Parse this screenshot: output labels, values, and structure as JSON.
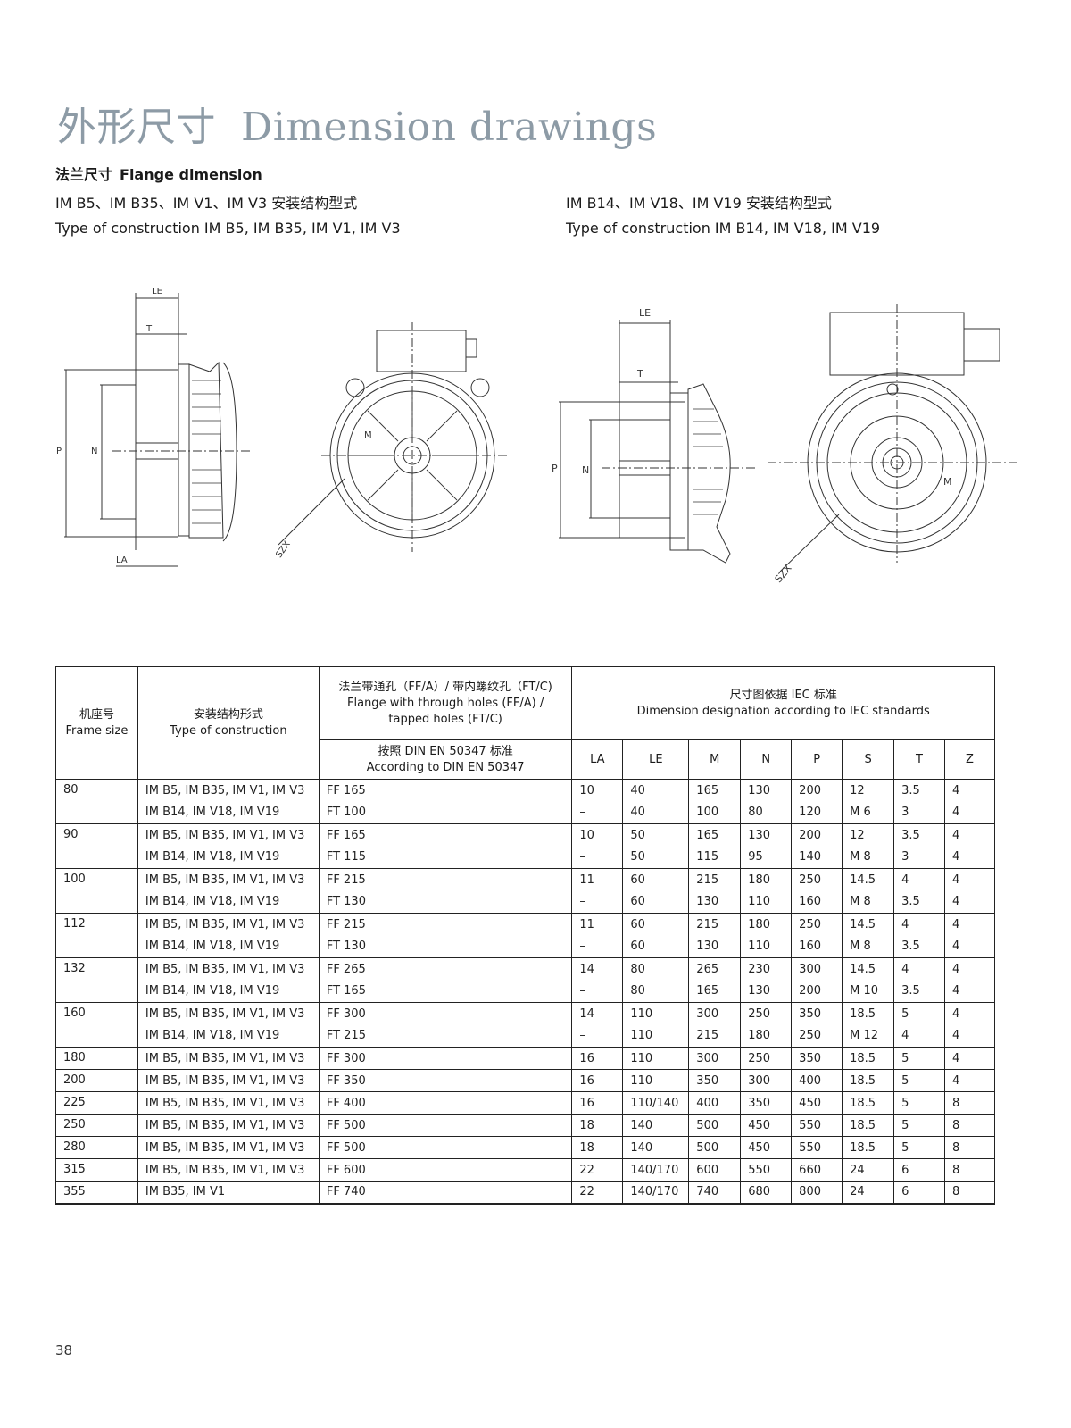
{
  "title": {
    "cn": "外形尺寸",
    "en": "Dimension drawings"
  },
  "subtitle": {
    "cn": "法兰尺寸",
    "en": "Flange dimension"
  },
  "construction_left": {
    "cn": "IM B5、IM B35、IM V1、IM V3 安装结构型式",
    "en": "Type of construction IM B5, IM B35, IM V1, IM V3"
  },
  "construction_right": {
    "cn": "IM B14、IM V18、IM V19 安装结构型式",
    "en": "Type of construction IM B14, IM V18, IM V19"
  },
  "drawing_labels": {
    "le": "LE",
    "t": "T",
    "p": "P",
    "n": "N",
    "la": "LA",
    "m": "M",
    "szx": "SZX"
  },
  "table": {
    "headers": {
      "frame_cn": "机座号",
      "frame_en": "Frame size",
      "type_cn": "安装结构形式",
      "type_en": "Type of construction",
      "flange_cn": "法兰带通孔（FF/A）/ 带内螺纹孔（FT/C)",
      "flange_en": "Flange with through holes (FF/A) / tapped holes (FT/C)",
      "din_cn": "按照 DIN EN 50347 标准",
      "din_en": "According to DIN EN 50347",
      "iec_cn": "尺寸图依据 IEC 标准",
      "iec_en": "Dimension designation according to IEC standards",
      "cols": [
        "LA",
        "LE",
        "M",
        "N",
        "P",
        "S",
        "T",
        "Z"
      ]
    },
    "groups": [
      {
        "frame": "80",
        "rows": [
          {
            "type": "IM B5, IM B35, IM V1, IM V3",
            "flange": "FF 165",
            "v": [
              "10",
              "40",
              "165",
              "130",
              "200",
              "12",
              "3.5",
              "4"
            ]
          },
          {
            "type": "IM B14, IM V18, IM V19",
            "flange": "FT 100",
            "v": [
              "–",
              "40",
              "100",
              "80",
              "120",
              "M 6",
              "3",
              "4"
            ]
          }
        ]
      },
      {
        "frame": "90",
        "rows": [
          {
            "type": "IM B5, IM B35, IM V1, IM V3",
            "flange": "FF 165",
            "v": [
              "10",
              "50",
              "165",
              "130",
              "200",
              "12",
              "3.5",
              "4"
            ]
          },
          {
            "type": "IM B14, IM V18, IM V19",
            "flange": "FT 115",
            "v": [
              "–",
              "50",
              "115",
              "95",
              "140",
              "M 8",
              "3",
              "4"
            ]
          }
        ]
      },
      {
        "frame": "100",
        "rows": [
          {
            "type": "IM B5, IM B35, IM V1, IM V3",
            "flange": "FF 215",
            "v": [
              "11",
              "60",
              "215",
              "180",
              "250",
              "14.5",
              "4",
              "4"
            ]
          },
          {
            "type": "IM B14, IM V18, IM V19",
            "flange": "FT 130",
            "v": [
              "–",
              "60",
              "130",
              "110",
              "160",
              "M 8",
              "3.5",
              "4"
            ]
          }
        ]
      },
      {
        "frame": "112",
        "rows": [
          {
            "type": "IM B5, IM B35, IM V1, IM V3",
            "flange": "FF 215",
            "v": [
              "11",
              "60",
              "215",
              "180",
              "250",
              "14.5",
              "4",
              "4"
            ]
          },
          {
            "type": "IM B14, IM V18, IM V19",
            "flange": "FT 130",
            "v": [
              "–",
              "60",
              "130",
              "110",
              "160",
              "M 8",
              "3.5",
              "4"
            ]
          }
        ]
      },
      {
        "frame": "132",
        "rows": [
          {
            "type": "IM B5, IM B35, IM V1, IM V3",
            "flange": "FF 265",
            "v": [
              "14",
              "80",
              "265",
              "230",
              "300",
              "14.5",
              "4",
              "4"
            ]
          },
          {
            "type": "IM B14, IM V18, IM V19",
            "flange": "FT 165",
            "v": [
              "–",
              "80",
              "165",
              "130",
              "200",
              "M 10",
              "3.5",
              "4"
            ]
          }
        ]
      },
      {
        "frame": "160",
        "rows": [
          {
            "type": "IM B5, IM B35, IM V1, IM V3",
            "flange": "FF 300",
            "v": [
              "14",
              "110",
              "300",
              "250",
              "350",
              "18.5",
              "5",
              "4"
            ]
          },
          {
            "type": "IM B14, IM V18, IM V19",
            "flange": "FT 215",
            "v": [
              "–",
              "110",
              "215",
              "180",
              "250",
              "M 12",
              "4",
              "4"
            ]
          }
        ]
      },
      {
        "frame": "180",
        "rows": [
          {
            "type": "IM B5, IM B35, IM V1, IM V3",
            "flange": "FF 300",
            "v": [
              "16",
              "110",
              "300",
              "250",
              "350",
              "18.5",
              "5",
              "4"
            ]
          }
        ]
      },
      {
        "frame": "200",
        "rows": [
          {
            "type": "IM B5, IM B35, IM V1, IM V3",
            "flange": "FF 350",
            "v": [
              "16",
              "110",
              "350",
              "300",
              "400",
              "18.5",
              "5",
              "4"
            ]
          }
        ]
      },
      {
        "frame": "225",
        "rows": [
          {
            "type": "IM B5, IM B35, IM V1, IM V3",
            "flange": "FF 400",
            "v": [
              "16",
              "110/140",
              "400",
              "350",
              "450",
              "18.5",
              "5",
              "8"
            ]
          }
        ]
      },
      {
        "frame": "250",
        "rows": [
          {
            "type": "IM B5, IM B35, IM V1, IM V3",
            "flange": "FF 500",
            "v": [
              "18",
              "140",
              "500",
              "450",
              "550",
              "18.5",
              "5",
              "8"
            ]
          }
        ]
      },
      {
        "frame": "280",
        "rows": [
          {
            "type": "IM B5, IM B35, IM V1, IM V3",
            "flange": "FF 500",
            "v": [
              "18",
              "140",
              "500",
              "450",
              "550",
              "18.5",
              "5",
              "8"
            ]
          }
        ]
      },
      {
        "frame": "315",
        "rows": [
          {
            "type": "IM B5, IM B35, IM V1, IM V3",
            "flange": "FF 600",
            "v": [
              "22",
              "140/170",
              "600",
              "550",
              "660",
              "24",
              "6",
              "8"
            ]
          }
        ]
      },
      {
        "frame": "355",
        "rows": [
          {
            "type": "IM B35, IM V1",
            "flange": "FF 740",
            "v": [
              "22",
              "140/170",
              "740",
              "680",
              "800",
              "24",
              "6",
              "8"
            ]
          }
        ]
      }
    ]
  },
  "page_number": "38"
}
